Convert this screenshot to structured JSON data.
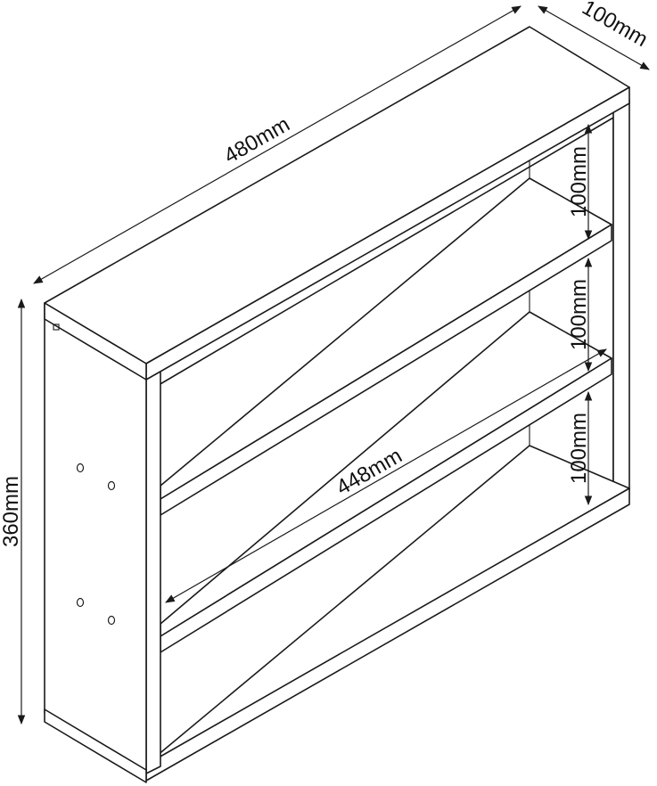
{
  "dimensions": {
    "width_label": "480mm",
    "depth_label": "100mm",
    "height_label": "360mm",
    "inner_width_label": "448mm",
    "shelf_gap_top_label": "100mm",
    "shelf_gap_middle_label": "100mm",
    "shelf_gap_bottom_label": "100mm"
  },
  "colors": {
    "line": "#1a1a1a",
    "background": "#ffffff"
  }
}
